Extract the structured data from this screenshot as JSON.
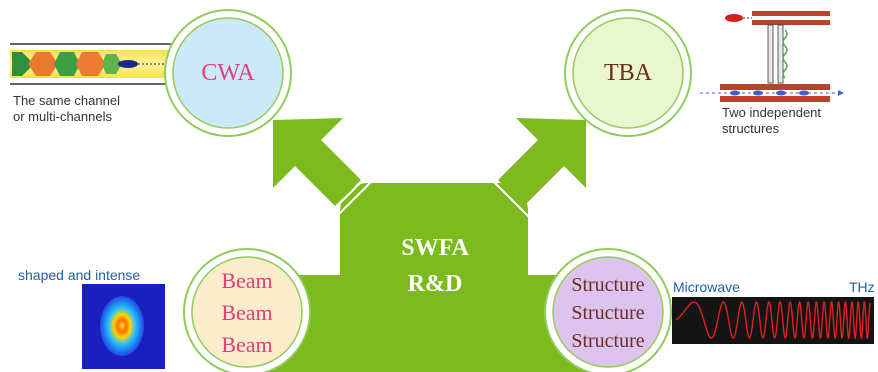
{
  "center": {
    "line1": "SWFA",
    "line2": "R&D"
  },
  "cwa": {
    "label": "CWA",
    "caption_line1": "The same channel",
    "caption_line2": "or multi-channels"
  },
  "tba": {
    "label": "TBA",
    "caption_line1": "Two independent",
    "caption_line2": "structures"
  },
  "beam": {
    "lines": [
      "Beam",
      "Beam",
      "Beam"
    ],
    "caption": "shaped and intense"
  },
  "structure": {
    "lines": [
      "Structure",
      "Structure",
      "Structure"
    ]
  },
  "spectrum": {
    "left_label": "Microwave",
    "right_label": "THz"
  },
  "colors": {
    "arrow_green": "#7dba1e",
    "cwa_fill": "#cde8f8",
    "tba_fill": "#eaf6cf",
    "beam_fill": "#fbeccb",
    "structure_fill": "#dcc4ef",
    "label_pink": "#e0407a",
    "label_brown": "#6b2d1f",
    "caption_blue": "#1f5fa8"
  }
}
